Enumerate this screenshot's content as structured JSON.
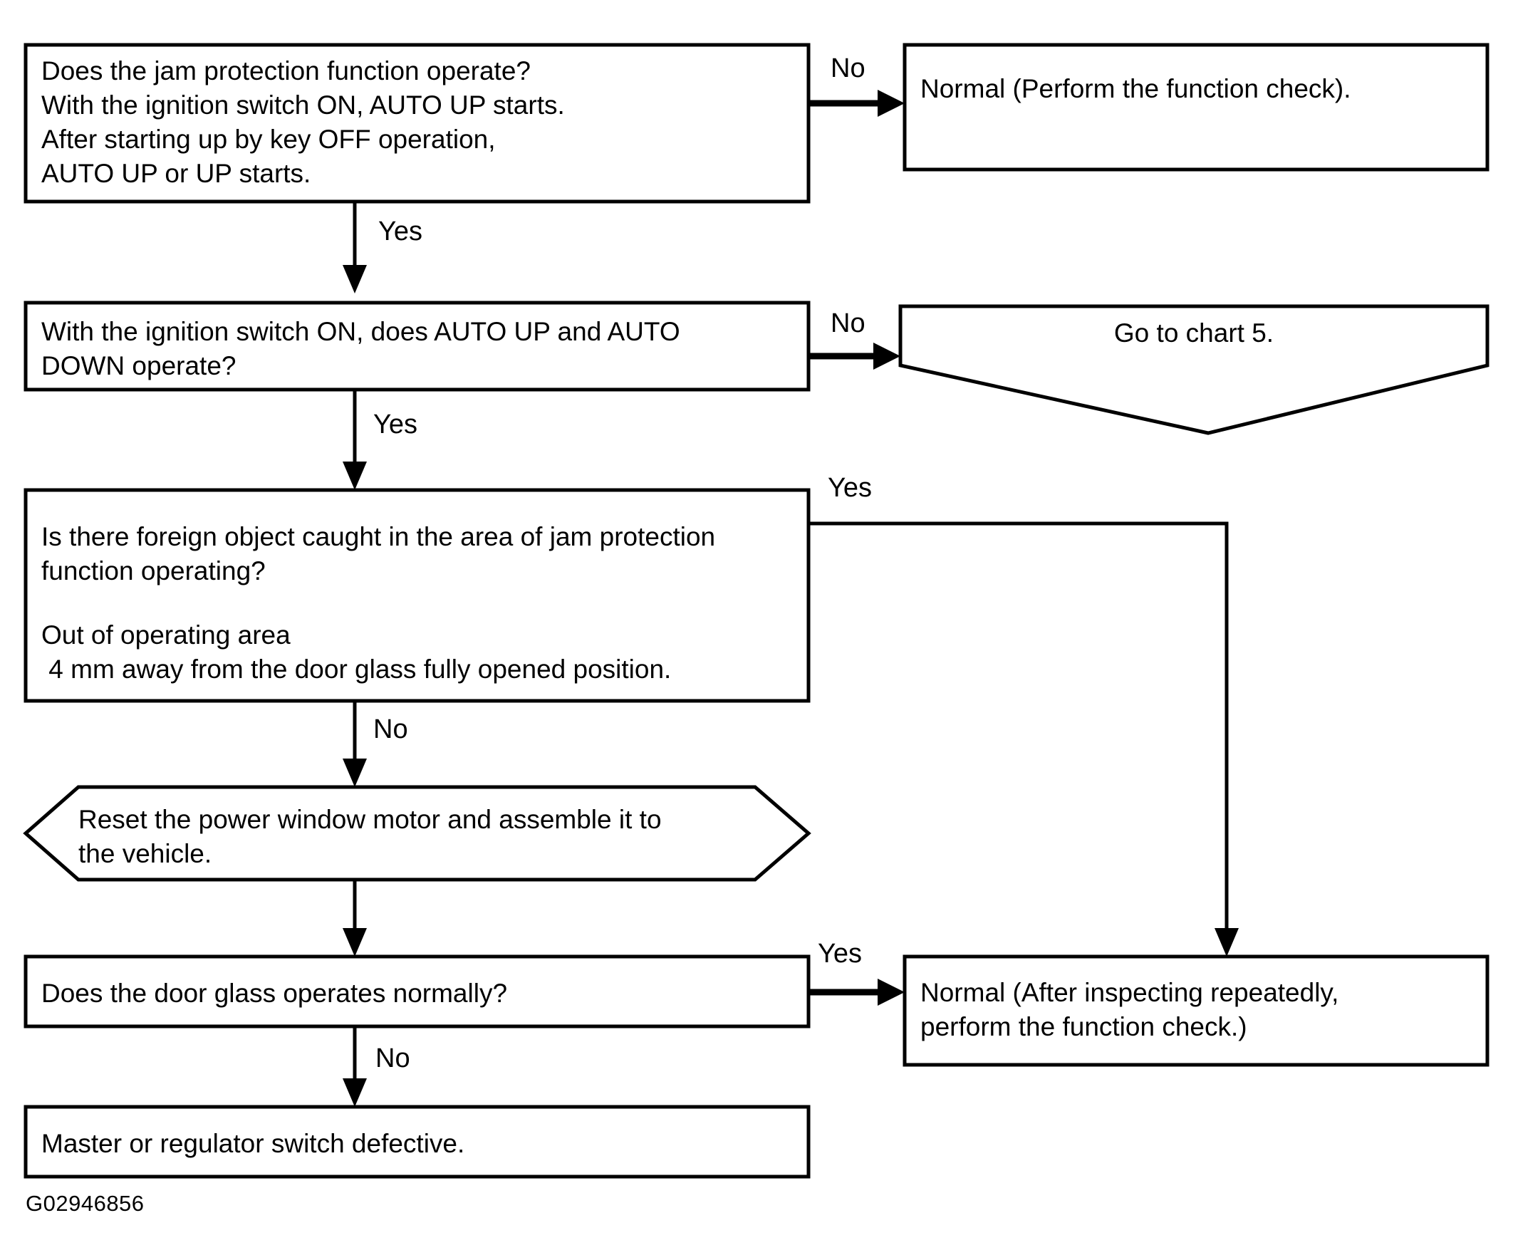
{
  "figure": {
    "code": "G02946856",
    "background_color": "#ffffff",
    "line_color": "#000000",
    "type": "flowchart"
  },
  "nodes": {
    "q1": {
      "shape": "rectangle",
      "lines": [
        "Does the jam protection function operate?",
        "With the ignition switch ON, AUTO UP starts.",
        "After starting up by key OFF operation,",
        "AUTO UP or UP starts."
      ]
    },
    "r1": {
      "shape": "rectangle",
      "lines": [
        "Normal (Perform the function check)."
      ]
    },
    "q2": {
      "shape": "rectangle",
      "lines": [
        "With the ignition switch ON, does AUTO UP and AUTO",
        "DOWN operate?"
      ]
    },
    "r2": {
      "shape": "pentagon-down",
      "lines": [
        "Go to chart 5."
      ]
    },
    "q3": {
      "shape": "rectangle",
      "lines": [
        "Is there foreign object caught in the area of jam protection",
        "function operating?",
        "",
        "Out of operating area",
        " 4 mm away from the door glass fully opened position."
      ]
    },
    "a1": {
      "shape": "hexagon",
      "lines": [
        "Reset the power window motor and assemble it to",
        "the vehicle."
      ]
    },
    "q4": {
      "shape": "rectangle",
      "lines": [
        "Does the door glass operates normally?"
      ]
    },
    "r3": {
      "shape": "rectangle",
      "lines": [
        "Normal (After inspecting repeatedly,",
        "perform the function check.)"
      ]
    },
    "r4": {
      "shape": "rectangle",
      "lines": [
        "Master or regulator switch defective."
      ]
    }
  },
  "edge_labels": {
    "q1_no": "No",
    "q1_yes": "Yes",
    "q2_no": "No",
    "q2_yes": "Yes",
    "q3_yes": "Yes",
    "q3_no": "No",
    "q4_yes": "Yes",
    "q4_no": "No"
  }
}
